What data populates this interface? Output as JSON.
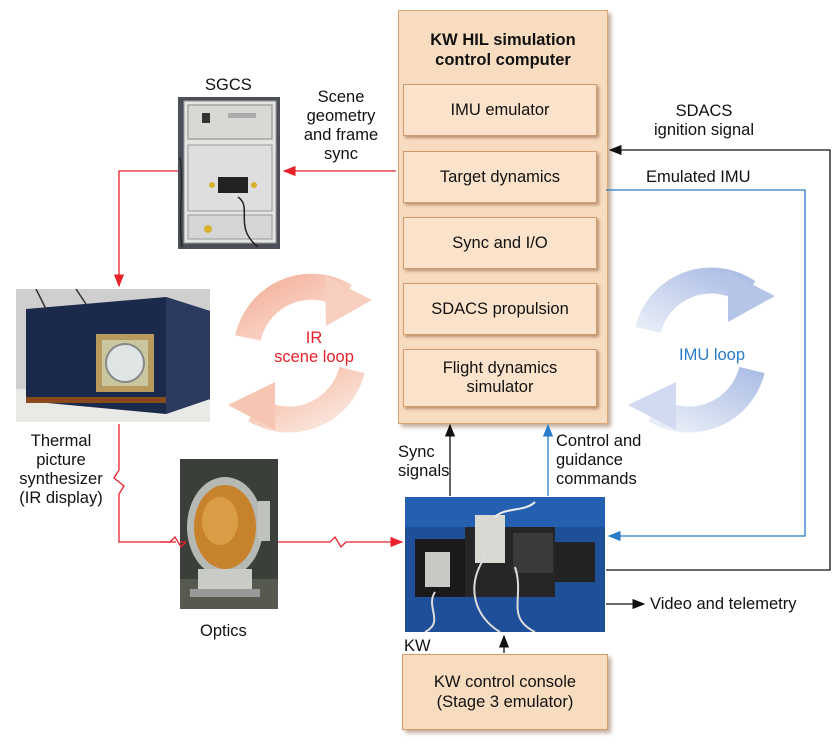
{
  "computer": {
    "title": "KW HIL simulation\ncontrol computer",
    "modules": [
      "IMU emulator",
      "Target dynamics",
      "Sync and I/O",
      "SDACS propulsion",
      "Flight dynamics\nsimulator"
    ]
  },
  "labels": {
    "sgcs": "SGCS",
    "scene_geometry": "Scene\ngeometry\nand frame\nsync",
    "thermal": "Thermal\npicture\nsynthesizer\n(IR display)",
    "optics": "Optics",
    "kw": "KW",
    "sync_signals": "Sync\nsignals",
    "control_guidance": "Control and\nguidance\ncommands",
    "sdacs_ignition": "SDACS\nignition signal",
    "emulated_imu": "Emulated IMU",
    "video_telemetry": "Video and telemetry",
    "ir_loop": "IR\nscene loop",
    "imu_loop": "IMU loop"
  },
  "console": "KW control console\n(Stage 3 emulator)",
  "colors": {
    "ir_link": "#e8212a",
    "imu_link": "#2a7bc8",
    "box_fill": "#f8dcc0",
    "ir_loop": "#f2b9a0",
    "imu_loop": "#b9c7e6"
  },
  "icons": [
    "sgcs-photo",
    "thermal-synthesizer-photo",
    "optics-photo",
    "kw-photo"
  ]
}
